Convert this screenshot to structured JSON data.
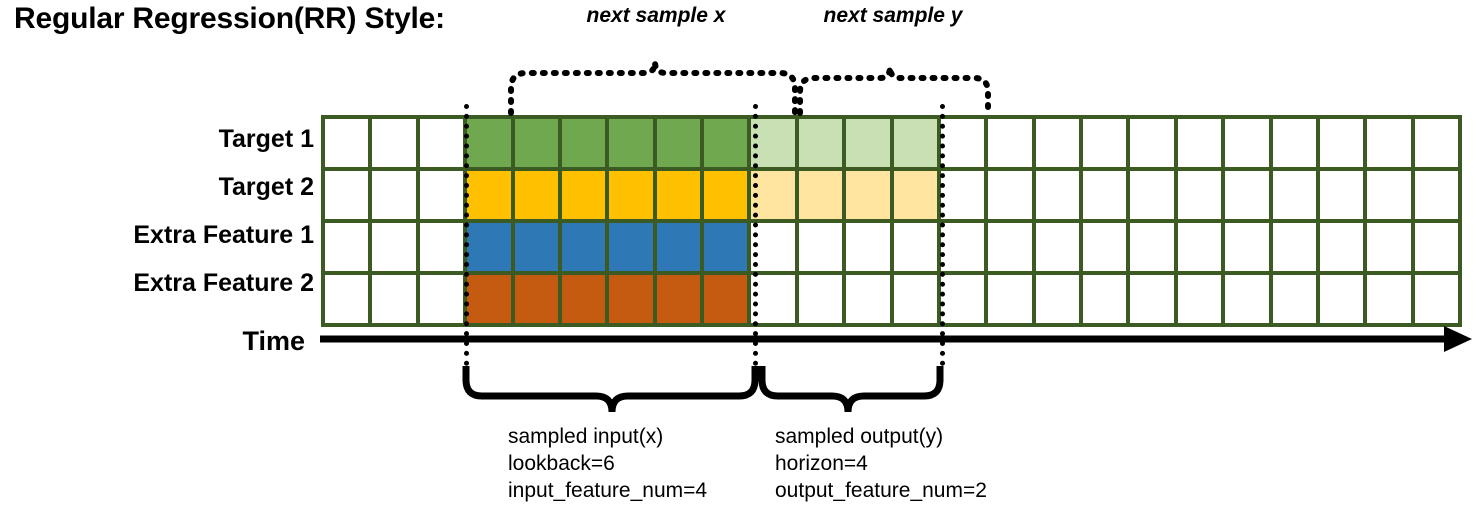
{
  "title": "Regular Regression(RR) Style:",
  "rows": [
    {
      "label": "Target 1",
      "color_name": "green",
      "color": "#6FA84F",
      "light_color": "#C9E0B4"
    },
    {
      "label": "Target 2",
      "color_name": "yellow",
      "color": "#FFC000",
      "light_color": "#FFE5A0"
    },
    {
      "label": "Extra Feature 1",
      "color_name": "blue",
      "color": "#2E79B5",
      "light_color": null
    },
    {
      "label": "Extra Feature 2",
      "color_name": "orange",
      "color": "#C55A11",
      "light_color": null
    }
  ],
  "grid": {
    "total_columns": 24,
    "leading_blank_columns": 3,
    "input_start_col": 4,
    "input_columns": 6,
    "output_start_col": 10,
    "output_columns": 4,
    "trailing_blank_columns": 11,
    "border_color": "#3C5B22",
    "empty_cell_color": "#FFFFFF"
  },
  "time_axis": {
    "label": "Time"
  },
  "annotations": {
    "top_left": "next sample x",
    "top_right": "next sample y"
  },
  "captions": {
    "input": {
      "line1": "sampled input(x)",
      "line2": "lookback=6",
      "line3": "input_feature_num=4"
    },
    "output": {
      "line1": "sampled output(y)",
      "line2": "horizon=4",
      "line3": "output_feature_num=2"
    }
  }
}
